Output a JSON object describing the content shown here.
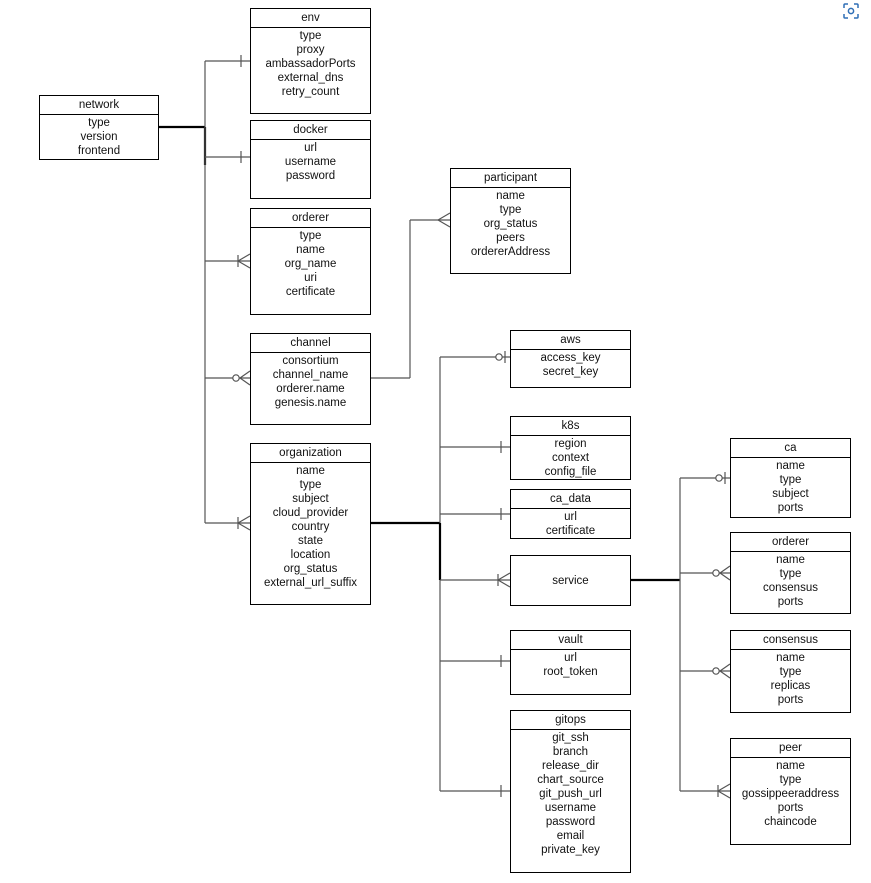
{
  "entities": {
    "network": {
      "title": "network",
      "fields": [
        "type",
        "version",
        "frontend"
      ]
    },
    "env": {
      "title": "env",
      "fields": [
        "type",
        "proxy",
        "ambassadorPorts",
        "external_dns",
        "retry_count"
      ]
    },
    "docker": {
      "title": "docker",
      "fields": [
        "url",
        "username",
        "password"
      ]
    },
    "orderer": {
      "title": "orderer",
      "fields": [
        "type",
        "name",
        "org_name",
        "uri",
        "certificate"
      ]
    },
    "channel": {
      "title": "channel",
      "fields": [
        "consortium",
        "channel_name",
        "orderer.name",
        "genesis.name"
      ]
    },
    "participant": {
      "title": "participant",
      "fields": [
        "name",
        "type",
        "org_status",
        "peers",
        "ordererAddress"
      ]
    },
    "organization": {
      "title": "organization",
      "fields": [
        "name",
        "type",
        "subject",
        "cloud_provider",
        "country",
        "state",
        "location",
        "org_status",
        "external_url_suffix"
      ]
    },
    "aws": {
      "title": "aws",
      "fields": [
        "access_key",
        "secret_key"
      ]
    },
    "k8s": {
      "title": "k8s",
      "fields": [
        "region",
        "context",
        "config_file"
      ]
    },
    "ca_data": {
      "title": "ca_data",
      "fields": [
        "url",
        "certificate"
      ]
    },
    "service": {
      "title": "service"
    },
    "vault": {
      "title": "vault",
      "fields": [
        "url",
        "root_token"
      ]
    },
    "gitops": {
      "title": "gitops",
      "fields": [
        "git_ssh",
        "branch",
        "release_dir",
        "chart_source",
        "git_push_url",
        "username",
        "password",
        "email",
        "private_key"
      ]
    },
    "ca": {
      "title": "ca",
      "fields": [
        "name",
        "type",
        "subject",
        "ports"
      ]
    },
    "svc_orderer": {
      "title": "orderer",
      "fields": [
        "name",
        "type",
        "consensus",
        "ports"
      ]
    },
    "consensus": {
      "title": "consensus",
      "fields": [
        "name",
        "type",
        "replicas",
        "ports"
      ]
    },
    "peer": {
      "title": "peer",
      "fields": [
        "name",
        "type",
        "gossippeeraddress",
        "ports",
        "chaincode"
      ]
    }
  },
  "relationships": [
    {
      "from": "network",
      "to": "env",
      "cardinality": "one"
    },
    {
      "from": "network",
      "to": "docker",
      "cardinality": "one"
    },
    {
      "from": "network",
      "to": "orderer",
      "cardinality": "one-or-many"
    },
    {
      "from": "network",
      "to": "channel",
      "cardinality": "zero-or-many"
    },
    {
      "from": "network",
      "to": "organization",
      "cardinality": "one-or-many"
    },
    {
      "from": "channel",
      "to": "participant",
      "cardinality": "many"
    },
    {
      "from": "organization",
      "to": "aws",
      "cardinality": "zero-or-one"
    },
    {
      "from": "organization",
      "to": "k8s",
      "cardinality": "one"
    },
    {
      "from": "organization",
      "to": "ca_data",
      "cardinality": "one"
    },
    {
      "from": "organization",
      "to": "service",
      "cardinality": "one-or-many"
    },
    {
      "from": "organization",
      "to": "vault",
      "cardinality": "one"
    },
    {
      "from": "organization",
      "to": "gitops",
      "cardinality": "one"
    },
    {
      "from": "service",
      "to": "ca",
      "cardinality": "zero-or-one"
    },
    {
      "from": "service",
      "to": "svc_orderer",
      "cardinality": "zero-or-many"
    },
    {
      "from": "service",
      "to": "consensus",
      "cardinality": "zero-or-many"
    },
    {
      "from": "service",
      "to": "peer",
      "cardinality": "one-or-many"
    }
  ],
  "icons": {
    "corner": "focus-scan-icon"
  },
  "colors": {
    "line": "#555555",
    "border": "#000000",
    "background": "#ffffff"
  }
}
